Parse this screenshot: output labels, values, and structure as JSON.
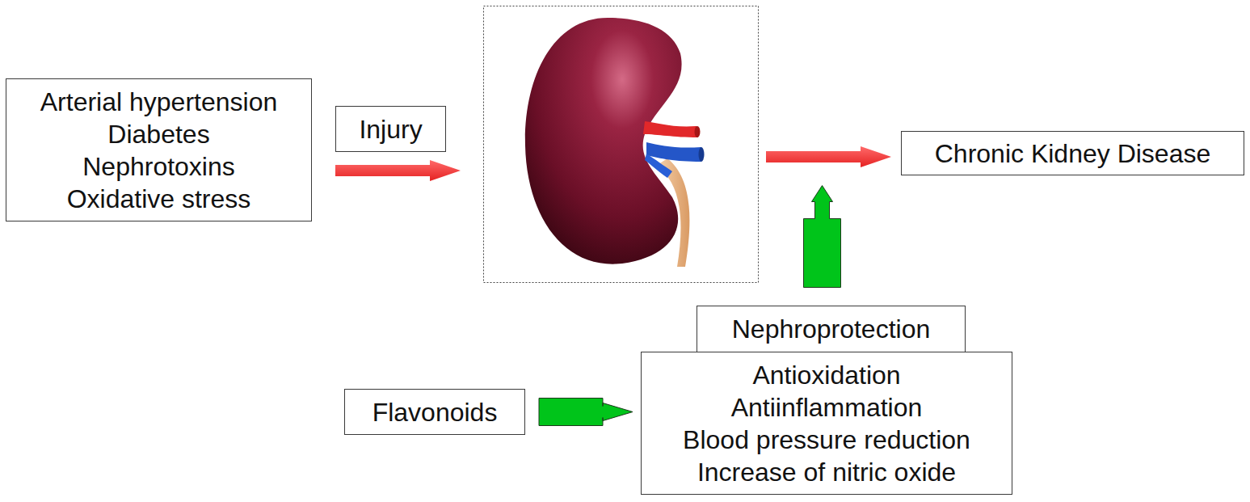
{
  "diagram": {
    "nodes": [
      {
        "text": [
          "Arterial hypertension",
          "Diabetes",
          "Nephrotoxins",
          "Oxidative stress"
        ]
      },
      {
        "text": [
          "Injury"
        ]
      },
      {
        "text": [
          "Chronic Kidney Disease"
        ]
      },
      {
        "text": [
          "Nephroprotection"
        ]
      },
      {
        "text": [
          "Flavonoids"
        ]
      },
      {
        "text": [
          "Antioxidation",
          "Antiinflammation",
          "Blood pressure reduction",
          "Increase of nitric oxide"
        ]
      }
    ],
    "edges": [
      {
        "from": 4,
        "to": 5,
        "arrow": "to"
      }
    ]
  }
}
